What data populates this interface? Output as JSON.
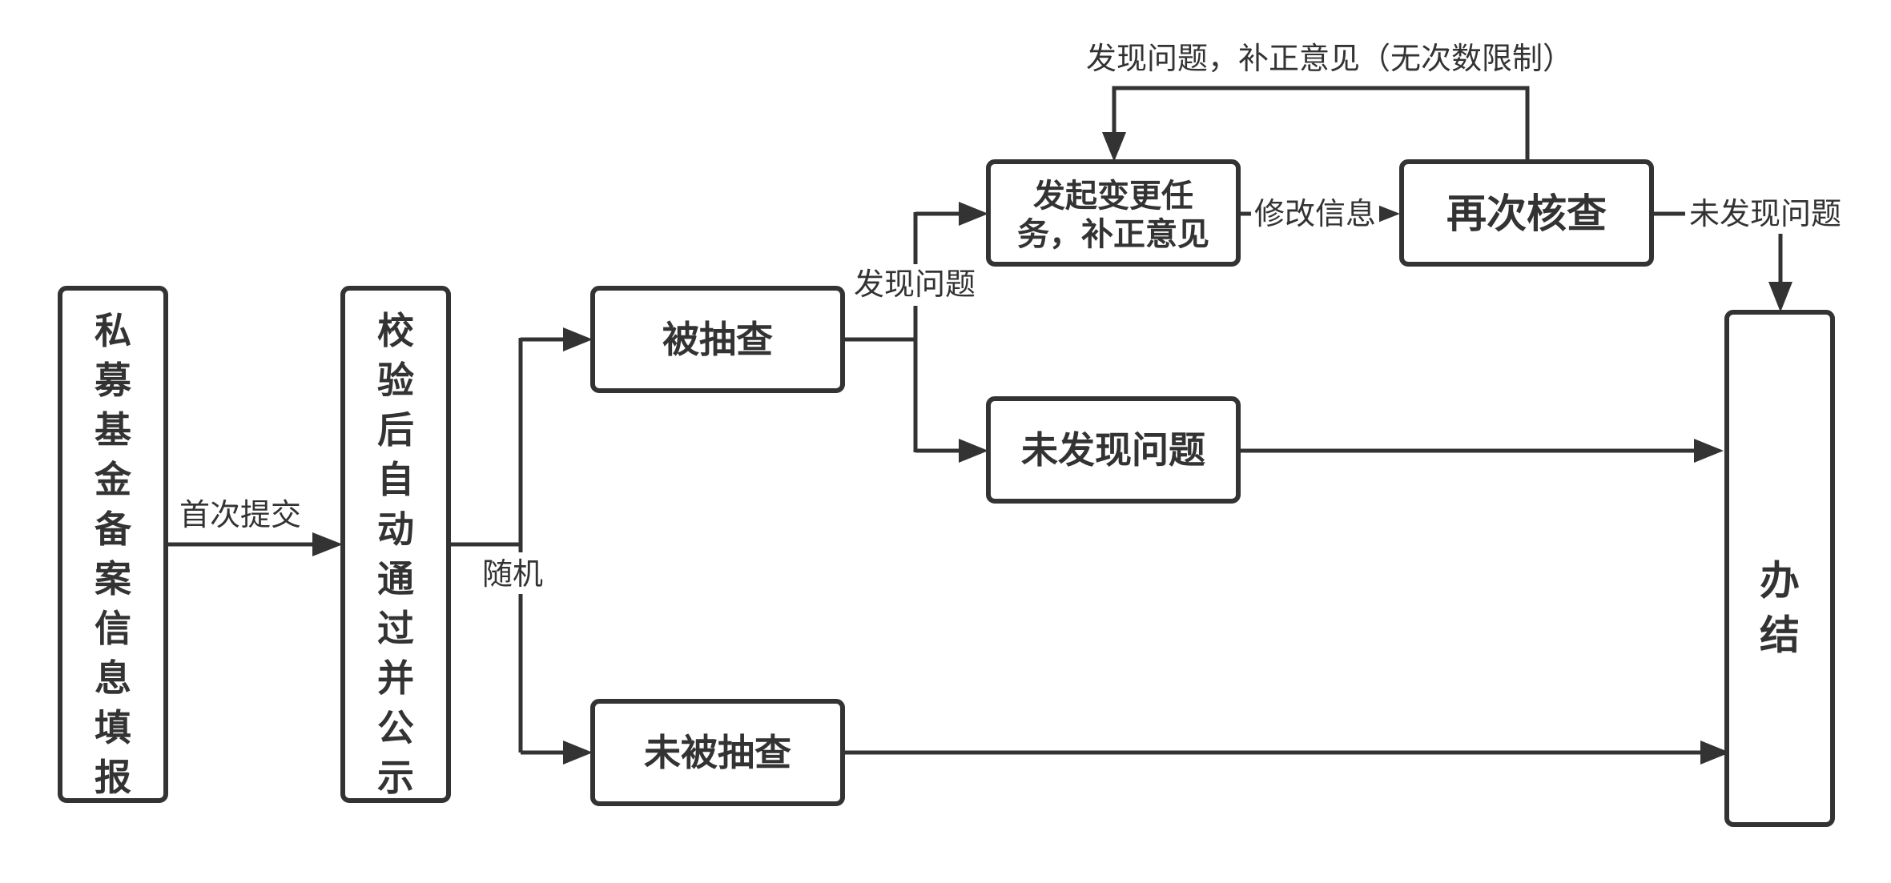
{
  "nodes": {
    "fill_in": "私募基金备案信息填报",
    "auto_pass": "校验后自动通过并公示",
    "sampled": "被抽查",
    "not_sampled": "未被抽查",
    "change_task": [
      "发起变更任",
      "务，补正意见"
    ],
    "no_issue": "未发现问题",
    "recheck": "再次核查",
    "done": "办结"
  },
  "edges": {
    "first_submit": "首次提交",
    "random": "随机",
    "issue_found": "发现问题",
    "modify_info": "修改信息",
    "recheck_no_issue": "未发现问题",
    "loop_back": "发现问题，补正意见（无次数限制）"
  }
}
